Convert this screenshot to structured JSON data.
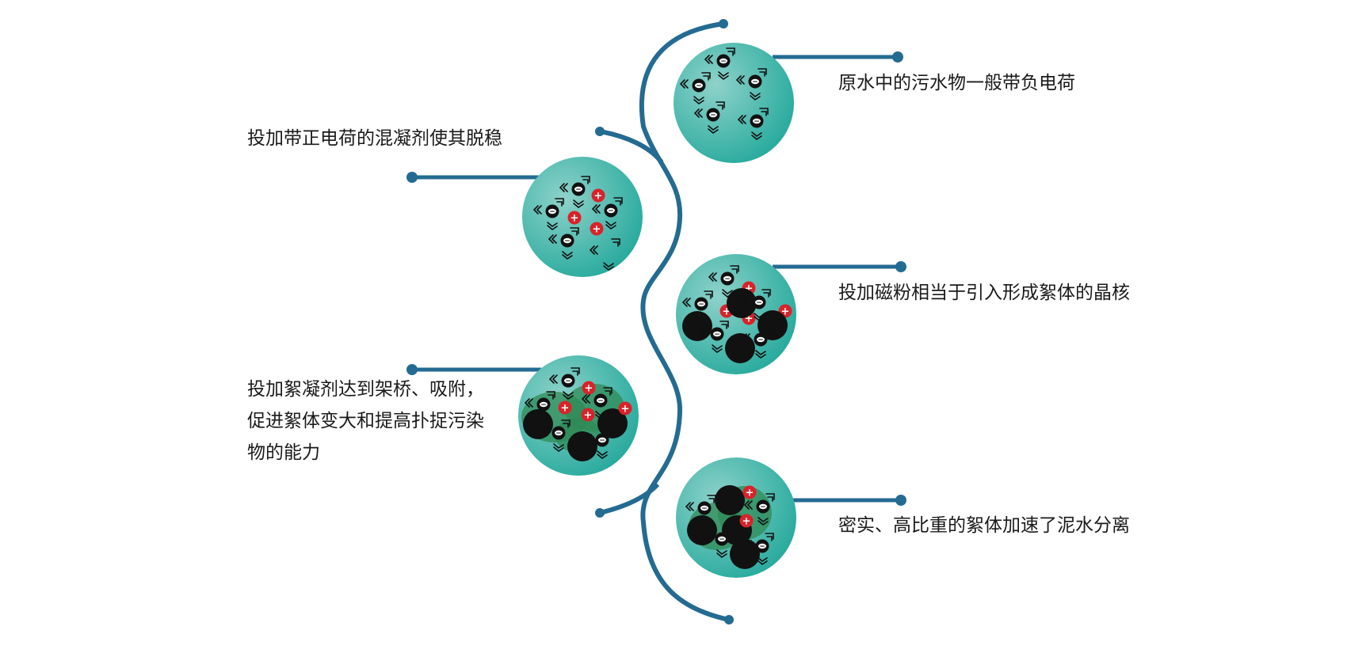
{
  "steps": [
    {
      "id": "step1",
      "text": [
        "原水中的污水物一般带负电荷"
      ]
    },
    {
      "id": "step2",
      "text": [
        "投加带正电荷的混凝剂使其脱稳"
      ]
    },
    {
      "id": "step3",
      "text": [
        "投加磁粉相当于引入形成絮体的晶核"
      ]
    },
    {
      "id": "step4",
      "text": [
        "投加絮凝剂达到架桥、吸附，",
        "促进絮体变大和提高扑捉污染",
        "物的能力"
      ]
    },
    {
      "id": "step5",
      "text": [
        "密实、高比重的絮体加速了泥水分离"
      ]
    }
  ],
  "symbols": {
    "negative": "−",
    "positive": "+"
  },
  "colors": {
    "line": "#246b92",
    "circle_light": "#8ed2ca",
    "circle_dark": "#23a89b",
    "floc": "#2f8a56",
    "positive": "#d8232a",
    "particle": "#111111"
  }
}
